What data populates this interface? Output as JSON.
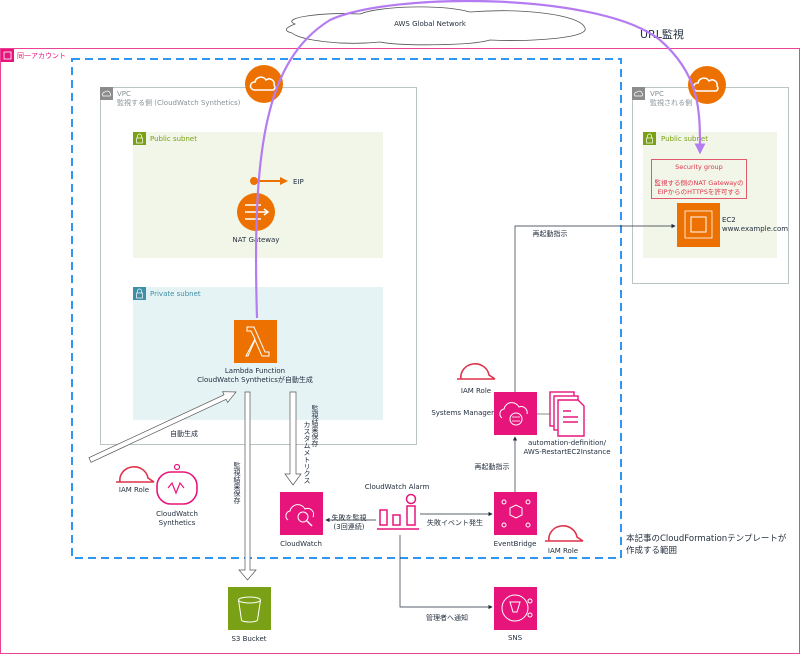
{
  "network": {
    "label": "AWS Global Network"
  },
  "url_monitor": {
    "label": "URL監視"
  },
  "account": {
    "label": "同一アカウント",
    "color": "#e7157b"
  },
  "monitoring_vpc": {
    "title": "VPC",
    "subtitle": "監視する側 (CloudWatch Synthetics)"
  },
  "monitoring_public_subnet": {
    "label": "Public subnet"
  },
  "eip": {
    "label": "EIP"
  },
  "nat_gateway": {
    "label": "NAT Gateway"
  },
  "private_subnet": {
    "label": "Private subnet"
  },
  "lambda": {
    "line1": "Lambda Function",
    "line2": "CloudWatch Syntheticsが自動生成"
  },
  "monitored_vpc": {
    "title": "VPC",
    "subtitle": "監視される側"
  },
  "monitored_public_subnet": {
    "label": "Public subnet"
  },
  "security_group": {
    "title": "Security group",
    "line1": "監視する側のNAT Gatewayの",
    "line2": "EIPからのHTTPSを許可する"
  },
  "ec2": {
    "line1": "EC2",
    "line2": "www.example.com"
  },
  "synthetics": {
    "iam_role": "IAM Role",
    "line1": "CloudWatch",
    "line2": "Synthetics",
    "auto_create": "自動生成"
  },
  "flows": {
    "save_results_s3": "監視結果保存",
    "save_results_cw": "監視結果保存",
    "custom_metrics": "カスタムメトリクス",
    "monitor_failure_1": "失敗を監視",
    "monitor_failure_2": "(3回連続)",
    "failure_event": "失敗イベント発生",
    "restart_ssm": "再起動指示",
    "restart_ec2": "再起動指示",
    "notify_admin": "管理者へ通知"
  },
  "cloudwatch": {
    "label": "CloudWatch"
  },
  "alarm": {
    "label": "CloudWatch Alarm"
  },
  "eventbridge": {
    "label": "EventBridge",
    "iam_role": "IAM Role"
  },
  "ssm": {
    "label": "Systems Manager",
    "iam_role": "IAM Role",
    "doc_line1": "automation-definition/",
    "doc_line2": "AWS-RestartEC2Instance"
  },
  "sns": {
    "label": "SNS"
  },
  "s3": {
    "label": "S3 Bucket"
  },
  "scope_note": {
    "line1": "本記事のCloudFormationテンプレートが",
    "line2": "作成する範囲"
  },
  "colors": {
    "orange": "#ed7100",
    "pink": "#e7157b",
    "green": "#7aa116",
    "purple": "#b57cf2",
    "blue_dash": "#2f96f3"
  }
}
